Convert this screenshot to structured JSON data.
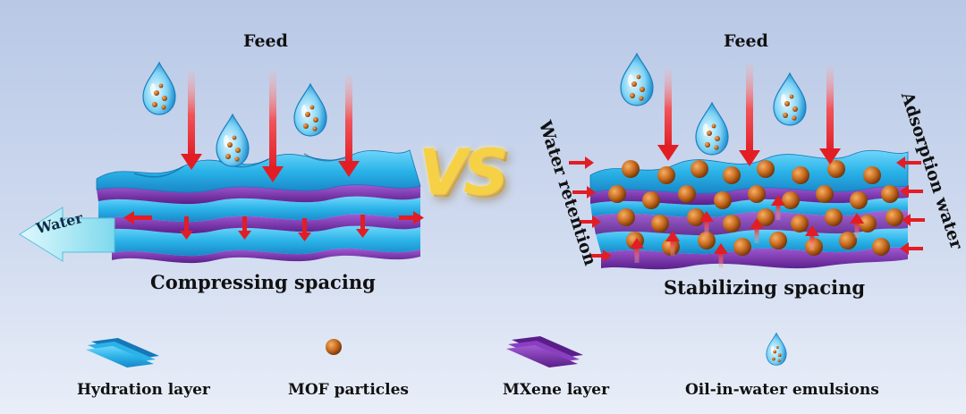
{
  "left_panel": {
    "feed_label": "Feed",
    "water_label": "Water",
    "caption": "Compressing spacing"
  },
  "right_panel": {
    "feed_label": "Feed",
    "water_retention_label": "Water retention",
    "adsorption_water_label": "Adsorption water",
    "caption": "Stabilizing spacing"
  },
  "center": {
    "vs_label": "VS"
  },
  "legend": [
    {
      "icon": "hydration-layer-icon",
      "label": "Hydration layer"
    },
    {
      "icon": "mof-particle-icon",
      "label": "MOF particles"
    },
    {
      "icon": "mxene-layer-icon",
      "label": "MXene layer"
    },
    {
      "icon": "emulsion-droplet-icon",
      "label": "Oil-in-water emulsions"
    }
  ],
  "colors": {
    "hydration": "#2ab3e8",
    "hydration_dark": "#1678b8",
    "mxene": "#7a2fb0",
    "mof": "#c66a1e",
    "arrow": "#e8262a",
    "water_arrow": "#bdeef7"
  }
}
